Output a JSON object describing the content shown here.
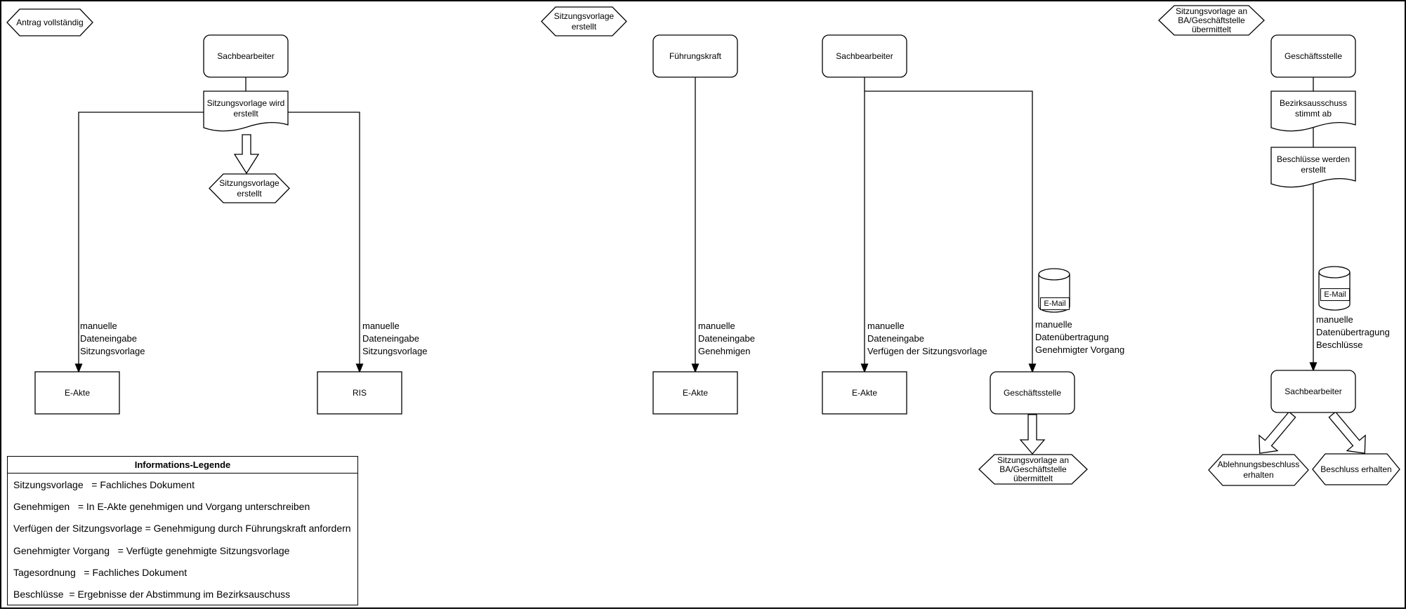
{
  "colors": {
    "stroke": "#000000",
    "canvas": "#ffffff"
  },
  "nodes": {
    "event_antrag_vollstaendig": {
      "label": "Antrag vollständig"
    },
    "role_sachbearbeiter_1": {
      "label": "Sachbearbeiter"
    },
    "doc_sitzungsvorlage_wird_erstellt": {
      "label": "Sitzungsvorlage wird\nerstellt"
    },
    "event_sitzungsvorlage_erstellt_inline": {
      "label": "Sitzungsvorlage\nerstellt"
    },
    "system_e_akte_1": {
      "label": "E-Akte"
    },
    "system_ris": {
      "label": "RIS"
    },
    "event_sitzungsvorlage_erstellt_top": {
      "label": "Sitzungsvorlage\nerstellt"
    },
    "role_fuehrungskraft": {
      "label": "Führungskraft"
    },
    "system_e_akte_2": {
      "label": "E-Akte"
    },
    "role_sachbearbeiter_2": {
      "label": "Sachbearbeiter"
    },
    "system_e_akte_3": {
      "label": "E-Akte"
    },
    "store_e_mail_1": {
      "label": "E-Mail"
    },
    "role_geschaeftsstelle_1": {
      "label": "Geschäftsstelle"
    },
    "event_uebermittelt_bottom": {
      "label": "Sitzungsvorlage an\nBA/Geschäftstelle\nübermittelt"
    },
    "event_uebermittelt_top": {
      "label": "Sitzungsvorlage an\nBA/Geschäftstelle\nübermittelt"
    },
    "role_geschaeftsstelle_2": {
      "label": "Geschäftsstelle"
    },
    "doc_bezirksausschuss_stimmt_ab": {
      "label": "Bezirksausschuss\nstimmt ab"
    },
    "doc_beschluesse_werden_erstellt": {
      "label": "Beschlüsse werden\nerstellt"
    },
    "store_e_mail_2": {
      "label": "E-Mail"
    },
    "role_sachbearbeiter_3": {
      "label": "Sachbearbeiter"
    },
    "event_ablehnungsbeschluss_erhalten": {
      "label": "Ablehnungsbeschluss\nerhalten"
    },
    "event_beschluss_erhalten": {
      "label": "Beschluss erhalten"
    }
  },
  "edge_labels": {
    "e_akte_1": "manuelle\nDateneingabe\nSitzungsvorlage",
    "ris": "manuelle\nDateneingabe\nSitzungsvorlage",
    "genehmigen": "manuelle\nDateneingabe\nGenehmigen",
    "verfuegen": "manuelle\nDateneingabe\nVerfügen der Sitzungsvorlage",
    "genehmigter_vorgang": "manuelle\nDatenübertragung\nGenehmigter Vorgang",
    "beschluesse": "manuelle\nDatenübertragung\nBeschlüsse"
  },
  "legend": {
    "title": "Informations-Legende",
    "rows": [
      "Sitzungsvorlage   = Fachliches Dokument",
      "Genehmigen   = In E-Akte genehmigen und Vorgang unterschreiben",
      "Verfügen der Sitzungsvorlage = Genehmigung durch Führungskraft anfordern",
      "Genehmigter Vorgang   = Verfügte genehmigte Sitzungsvorlage",
      "Tagesordnung   = Fachliches Dokument",
      "Beschlüsse  = Ergebnisse der Abstimmung im Bezirksauschuss"
    ]
  }
}
